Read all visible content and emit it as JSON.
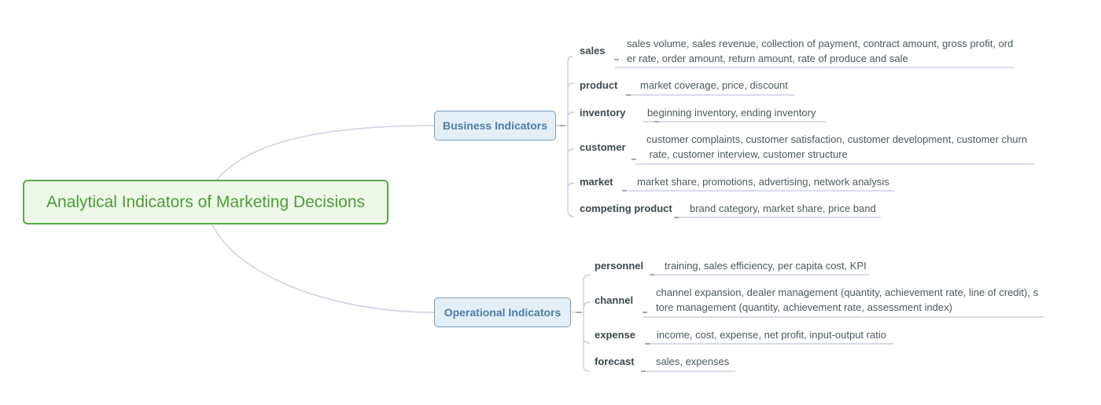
{
  "root": {
    "label": "Analytical Indicators of Marketing Decisions"
  },
  "branches": [
    {
      "label": "Business Indicators",
      "items": [
        {
          "category": "sales",
          "lines": [
            "sales volume, sales revenue, collection of payment, contract amount, gross profit, ord",
            "er rate, order amount, return amount, rate of produce and sale"
          ]
        },
        {
          "category": "product",
          "lines": [
            "market coverage, price, discount"
          ]
        },
        {
          "category": "inventory",
          "lines": [
            "beginning inventory, ending inventory"
          ]
        },
        {
          "category": "customer",
          "lines": [
            "customer complaints, customer satisfaction, customer development, customer churn",
            " rate, customer interview, customer structure"
          ]
        },
        {
          "category": "market",
          "lines": [
            "market share, promotions, advertising, network analysis"
          ]
        },
        {
          "category": "competing product",
          "lines": [
            "brand category, market share, price band"
          ]
        }
      ]
    },
    {
      "label": "Operational Indicators",
      "items": [
        {
          "category": "personnel",
          "lines": [
            "training, sales efficiency, per capita cost, KPI"
          ]
        },
        {
          "category": "channel",
          "lines": [
            "channel expansion, dealer management (quantity, achievement rate, line of credit), s",
            "tore management (quantity, achievement rate, assessment index)"
          ]
        },
        {
          "category": "expense",
          "lines": [
            "income, cost, expense, net profit, input-output ratio"
          ]
        },
        {
          "category": "forecast",
          "lines": [
            "sales, expenses"
          ]
        }
      ]
    }
  ]
}
